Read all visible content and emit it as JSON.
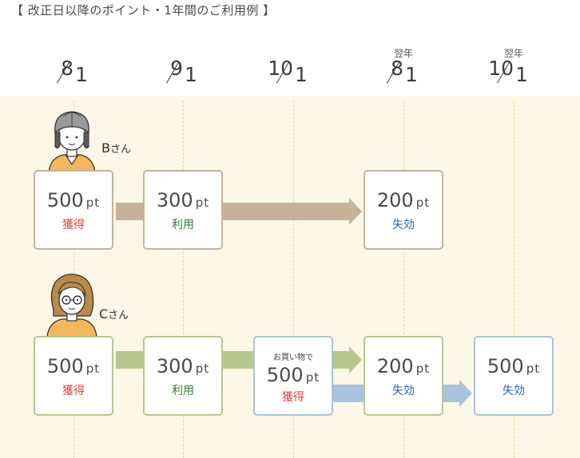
{
  "title": "【 改正日以降のポイント・1年間のご利用例 】",
  "timeline": {
    "dates": [
      {
        "year": "",
        "month": "8",
        "day": "1"
      },
      {
        "year": "",
        "month": "9",
        "day": "1"
      },
      {
        "year": "",
        "month": "10",
        "day": "1"
      },
      {
        "year": "翌年",
        "month": "8",
        "day": "1"
      },
      {
        "year": "翌年",
        "month": "10",
        "day": "1"
      }
    ]
  },
  "unit": "pt",
  "person_b": {
    "name": "B",
    "suffix": "さん",
    "events": [
      {
        "points": "500",
        "label": "獲得"
      },
      {
        "points": "300",
        "label": "利用"
      },
      {
        "points": "200",
        "label": "失効"
      }
    ]
  },
  "person_c": {
    "name": "C",
    "suffix": "さん",
    "events": [
      {
        "points": "500",
        "label": "獲得"
      },
      {
        "points": "300",
        "label": "利用"
      },
      {
        "note": "お買い物で",
        "points": "500",
        "label": "獲得"
      },
      {
        "points": "200",
        "label": "失効"
      },
      {
        "points": "500",
        "label": "失効"
      }
    ]
  },
  "colors": {
    "panel_bg": "#fcf7e7",
    "b_flow": "#c9b29a",
    "c_flow_first": "#b7c88f",
    "c_flow_second": "#a9c3dc",
    "earned": "#d5473f",
    "used": "#2f7a3a",
    "expired": "#2f5fb0"
  }
}
